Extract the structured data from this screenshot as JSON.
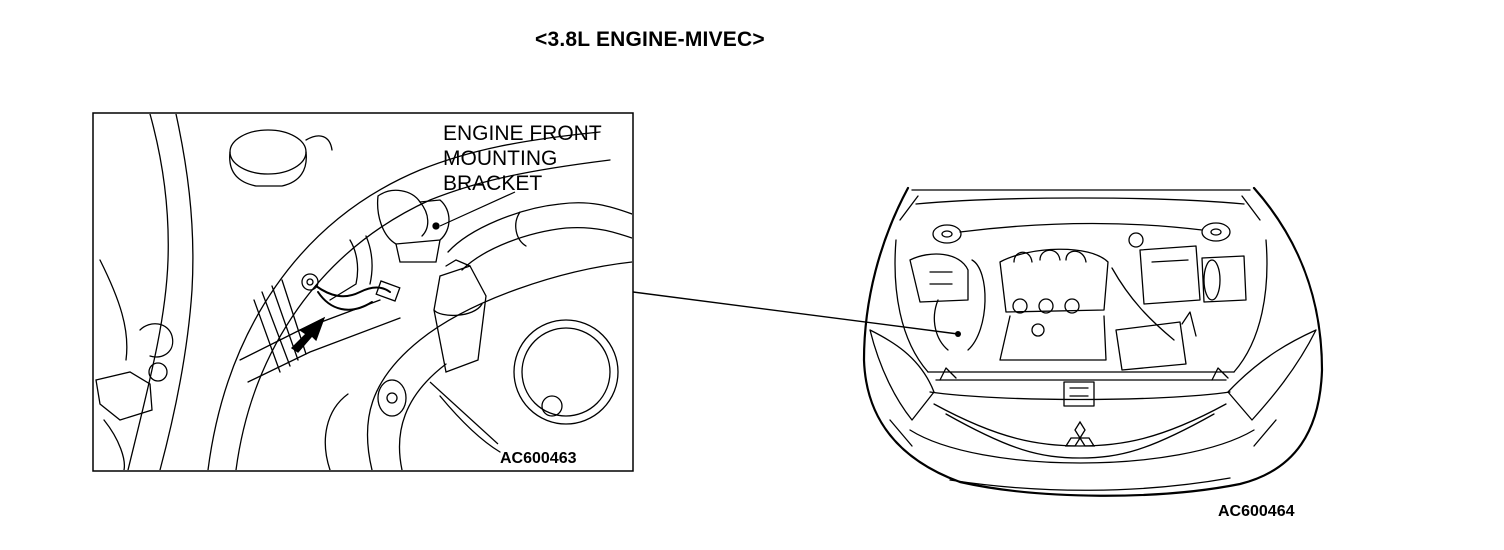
{
  "title": "<3.8L ENGINE-MIVEC>",
  "detail_view": {
    "callout_lines": [
      "ENGINE FRONT",
      "MOUNTING",
      "BRACKET"
    ],
    "code": "AC600463"
  },
  "overview_view": {
    "code": "AC600464"
  }
}
